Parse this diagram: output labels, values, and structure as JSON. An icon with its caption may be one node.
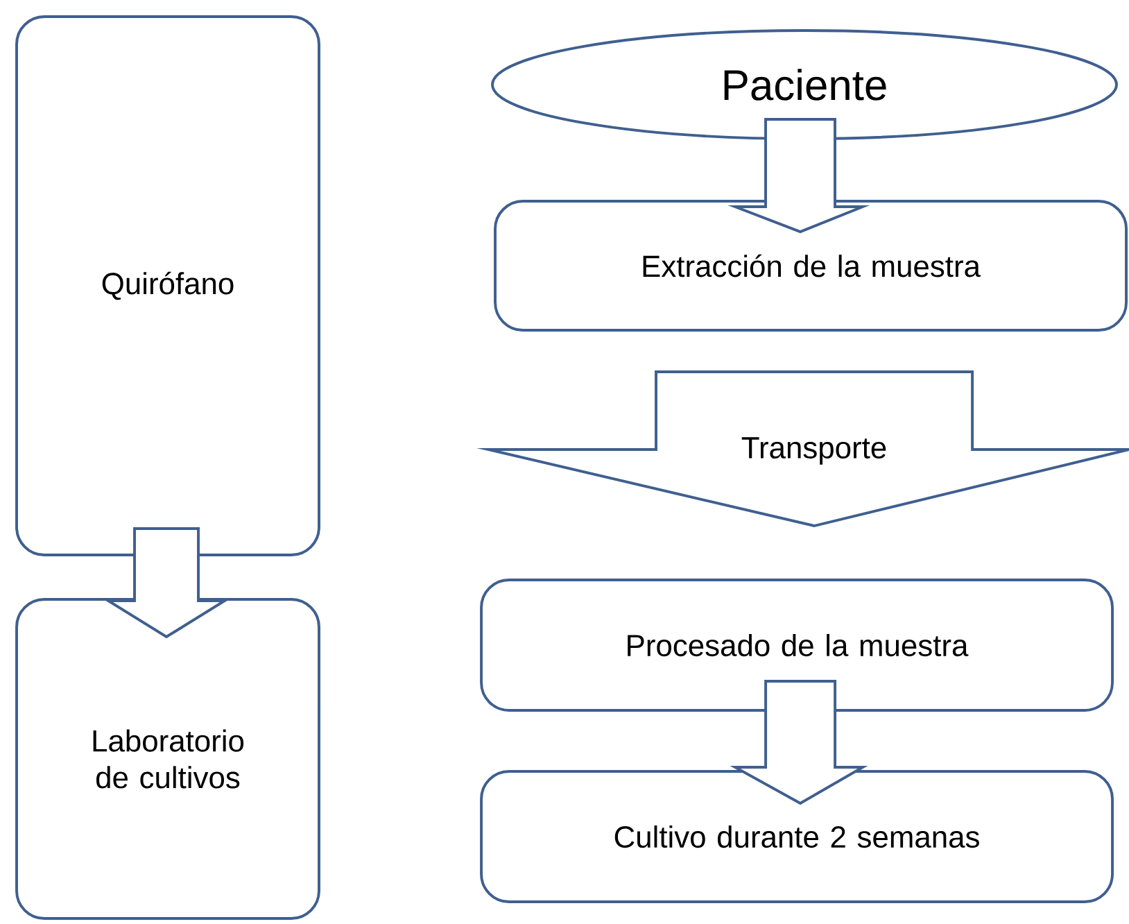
{
  "diagram": {
    "nodes": [
      {
        "text": [
          "Quirófano"
        ]
      },
      {
        "text": [
          "Laboratorio de cultivos"
        ]
      },
      {
        "text": [
          "Paciente"
        ]
      },
      {
        "text": [
          "Extracción de la muestra"
        ]
      },
      {
        "text": [
          "Procesado de la muestra"
        ]
      },
      {
        "text": [
          "Cultivo durante 2 semanas"
        ]
      }
    ],
    "edges": [
      {
        "from": 0,
        "to": 1,
        "arrow": "to"
      },
      {
        "from": 2,
        "to": 3,
        "arrow": "to"
      },
      {
        "from": 3,
        "to": 4,
        "arrow": "to",
        "label": "Transporte"
      },
      {
        "from": 4,
        "to": 5,
        "arrow": "to"
      }
    ]
  }
}
